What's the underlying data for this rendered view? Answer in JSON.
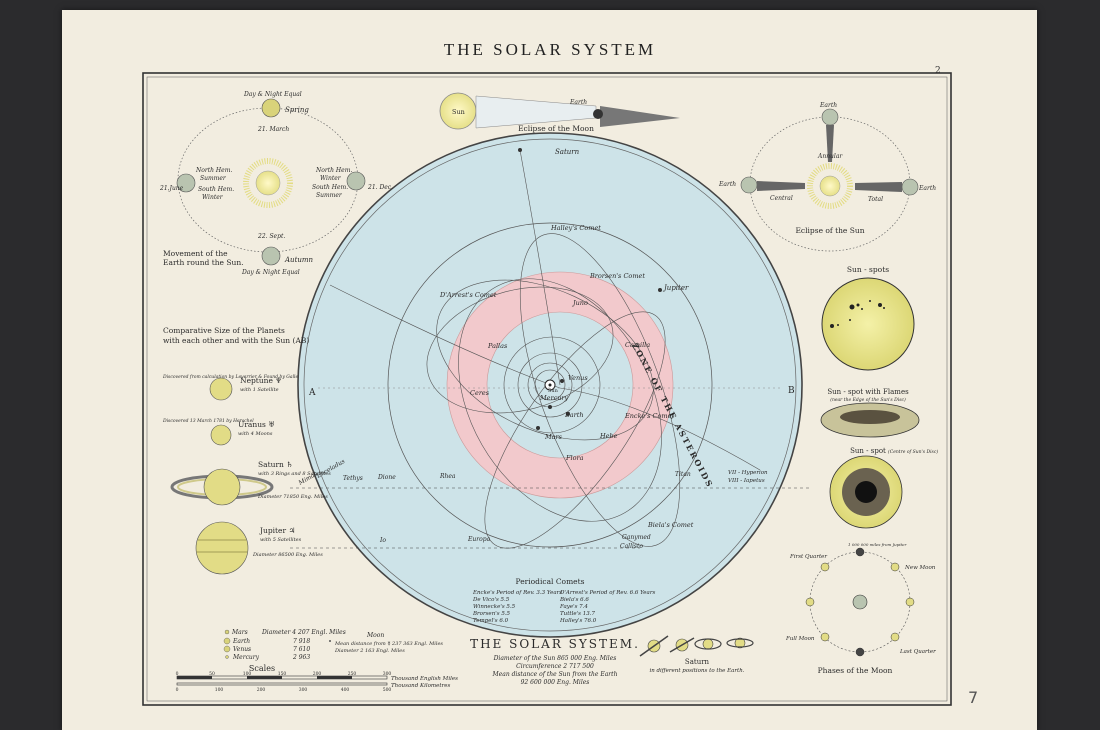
{
  "page": {
    "title": "THE SOLAR SYSTEM",
    "number": "2",
    "corner_mark": "7"
  },
  "seasons": {
    "caption_line1": "Movement of the",
    "caption_line2": "Earth round the Sun.",
    "top_label": "Day & Night Equal",
    "spring": "Spring",
    "march": "21. March",
    "north_hem_summer_1": "North Hem.",
    "north_hem_summer_2": "Summer",
    "south_hem_winter_1": "South Hem.",
    "south_hem_winter_2": "Winter",
    "north_hem_winter_1": "North Hem.",
    "north_hem_winter_2": "Winter",
    "south_hem_summer_1": "South Hem.",
    "south_hem_summer_2": "Summer",
    "june": "21.June",
    "dec": "21. Dec.",
    "sept": "22. Sept.",
    "autumn": "Autumn",
    "bottom_label": "Day & Night Equal"
  },
  "moon_eclipse": {
    "title": "Eclipse of the Moon",
    "sun": "Sun",
    "earth": "Earth"
  },
  "sun_eclipse": {
    "title": "Eclipse of the Sun",
    "earth_left": "Earth",
    "earth_right": "Earth",
    "earth_top": "Earth",
    "annular": "Annular",
    "central": "Central",
    "total": "Total"
  },
  "comparative": {
    "title_line1": "Comparative Size of the Planets",
    "title_line2": "with each other and with the Sun (AB)",
    "neptune_name": "Neptune ♆",
    "neptune_sat": "with 1 Satellite",
    "neptune_note": "Discovered from calculation by Leverrier & Found by Galle",
    "uranus_name": "Uranus ♅",
    "uranus_sat": "with 4 Moons",
    "uranus_note": "Discovered 13 March 1781 by Herschel",
    "saturn_name": "Saturn ♄",
    "saturn_sat": "with 3 Rings and 8 Satellites",
    "saturn_diam": "Diameter 71850 Eng. Miles",
    "jupiter_name": "Jupiter ♃",
    "jupiter_sat": "with 5 Satellites",
    "jupiter_diam": "Diameter 86500 Eng. Miles",
    "mars": "Mars",
    "earth": "Earth",
    "venus": "Venus",
    "mercury": "Mercury",
    "mars_d": "Diameter 4 207 Engl. Miles",
    "earth_d": "7 918",
    "venus_d": "7 610",
    "mercury_d": "2 963",
    "moon": "Moon",
    "moon_dist": "Mean distance from ☿ 237 363 Engl. Miles",
    "moon_d": "Diameter 2 163 Engl. Miles"
  },
  "scales": {
    "title": "Scales",
    "miles_unit": "Thousand English Miles",
    "km_unit": "Thousand Kilometres",
    "miles_ticks": [
      "0",
      "50",
      "100",
      "150",
      "200",
      "250",
      "300"
    ],
    "km_ticks": [
      "0",
      "100",
      "200",
      "300",
      "400",
      "500"
    ]
  },
  "orbit": {
    "label_a": "A",
    "label_b": "B",
    "zone": "ZONE OF THE ASTEROIDS",
    "sun": "Sun",
    "planets": [
      "Saturn",
      "Jupiter",
      "Mars",
      "Earth",
      "Venus",
      "Mercury",
      "Juno",
      "Pallas",
      "Ceres",
      "Camilla",
      "Flora",
      "Hebe"
    ],
    "comets": [
      "Halley's Comet",
      "Brorsen's Comet",
      "D'Arrest's Comet",
      "Encke's Comet",
      "Biela's Comet"
    ],
    "moons": [
      "Titan",
      "Rhea",
      "Dione",
      "Tethys",
      "Enceladus",
      "Mimas",
      "VII - Hyperion",
      "VIII - Iapetus",
      "Europa",
      "Ganymed",
      "Io",
      "Callisto"
    ],
    "caption": "THE SOLAR SYSTEM.",
    "sun_diam": "Diameter of the Sun 865 000 Eng. Miles",
    "sun_circ": "Circumference 2 717 500",
    "mean_dist": "Mean distance of the Sun from the Earth",
    "mean_dist_val": "92 600 000 Eng. Miles"
  },
  "periodical_comets": {
    "title": "Periodical Comets",
    "left": [
      "Encke's Period of Rev. 3.3 Years",
      "De Vico's  5.5",
      "Winnecke's  5.5",
      "Brorsen's  5.5",
      "Tempel's  6.0"
    ],
    "right": [
      "D'Arrest's Period of Rev. 6.6 Years",
      "Biela's  6.6",
      "Faye's  7.4",
      "Tuttle's  13.7",
      "Halley's  76.0"
    ]
  },
  "sun_spots": {
    "title": "Sun - spots",
    "flames_title": "Sun - spot with Flames",
    "flames_sub": "(near the Edge of the Sun's Disc)",
    "center_title": "Sun - spot",
    "center_sub": "(Centre of Sun's Disc)"
  },
  "saturn_positions": {
    "title": "Saturn",
    "sub": "in different positions to the Earth."
  },
  "moon_phases": {
    "title": "Phases of the Moon",
    "first": "First Quarter",
    "last": "Last Quarter",
    "full": "Full Moon",
    "new": "New Moon",
    "dist": "1 000 000 miles from Jupiter"
  },
  "colors": {
    "paper": "#f2ede0",
    "orbit_field": "#cde3e8",
    "asteroid_zone": "#f2c9cc",
    "sun_yellow": "#f1ec9a",
    "ink": "#2a2a2a"
  }
}
